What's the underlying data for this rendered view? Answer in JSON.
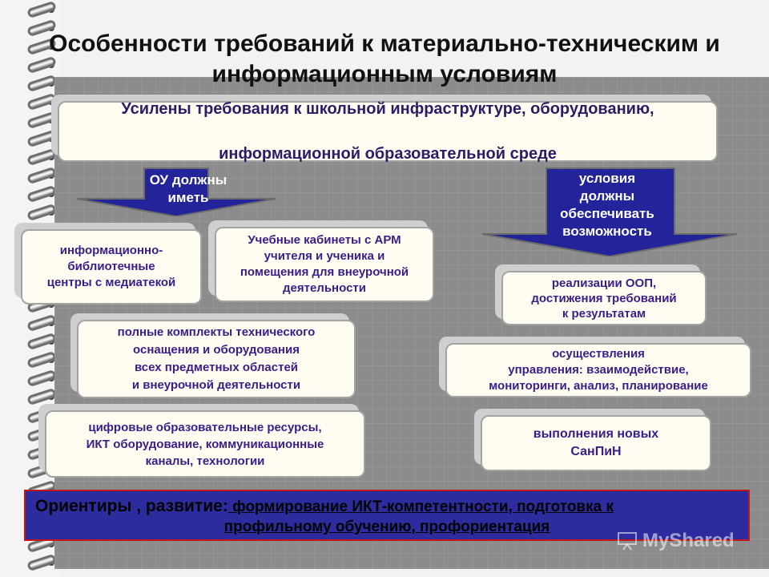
{
  "title": {
    "line1": "Особенности требований к материально-техническим и",
    "line2": "информационным условиям"
  },
  "top_box": {
    "line1": "Усилены требования к школьной инфраструктуре, оборудованию,",
    "line2": "информационной образовательной среде"
  },
  "arrows": {
    "left": "ОУ должны\nиметь",
    "right": "условия\nдолжны\nобеспечивать\nвозможность"
  },
  "left_boxes": {
    "library": "информационно-\nбиблиотечные\nцентры с  медиатекой",
    "classrooms": "Учебные кабинеты с АРМ\nучителя и ученика и\nпомещения для внеурочной\nдеятельности",
    "equipment": "полные комплекты технического\nоснащения и оборудования\nвсех предметных областей\nи внеурочной деятельности",
    "digital": "цифровые образовательные ресурсы,\nИКТ оборудование, коммуникационные\nканалы, технологии"
  },
  "right_boxes": {
    "oop": "реализации ООП,\nдостижения требований\nк результатам",
    "management": "осуществления\nуправления: взаимодействие,\nмониторинги, анализ, планирование",
    "sanpin": "выполнения новых\nСанПиН"
  },
  "bottom": {
    "lead": "Ориентиры , развитие:",
    "body": "   формирование ИКТ-компетентности, подготовка к",
    "line2": "профильному обучению, профориентация"
  },
  "watermark": "MyShared"
}
